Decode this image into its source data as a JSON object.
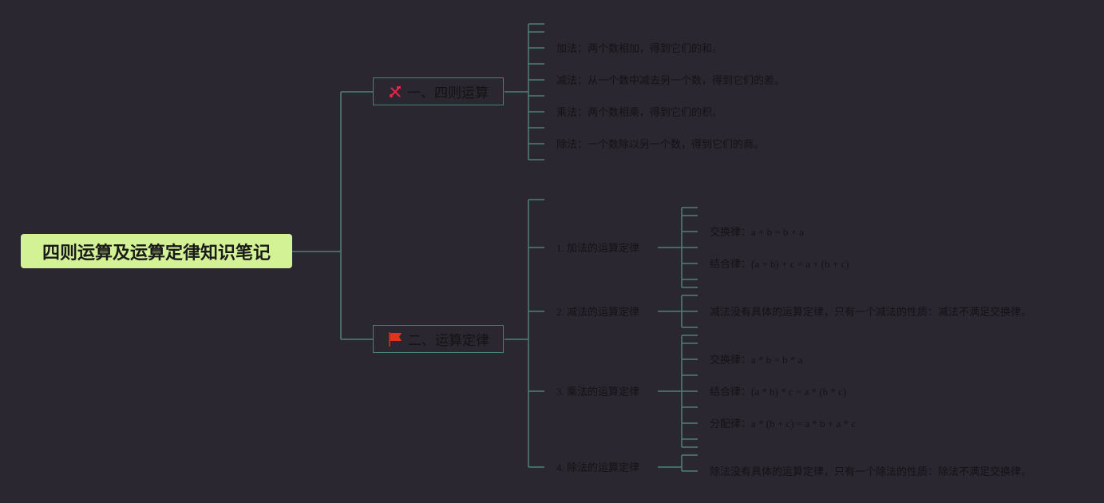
{
  "root": {
    "title": "四则运算及运算定律知识笔记"
  },
  "branch1": {
    "title": "一、四则运算",
    "icon": "tools-icon",
    "items": [
      "加法：两个数相加，得到它们的和。",
      "减法：从一个数中减去另一个数，得到它们的差。",
      "乘法：两个数相乘，得到它们的积。",
      "除法：一个数除以另一个数，得到它们的商。"
    ]
  },
  "branch2": {
    "title": "二、运算定律",
    "icon": "red-flag-icon",
    "sections": [
      {
        "title": "1. 加法的运算定律",
        "items": [
          "交换律：a + b = b + a",
          "结合律：(a + b) + c = a + (b + c)"
        ]
      },
      {
        "title": "2. 减法的运算定律",
        "items": [
          "减法没有具体的运算定律，只有一个减法的性质：减法不满足交换律。"
        ]
      },
      {
        "title": "3. 乘法的运算定律",
        "items": [
          "交换律：a * b = b * a",
          "结合律：(a * b) * c = a * (b * c)",
          "分配律：a * (b + c) = a * b + a * c"
        ]
      },
      {
        "title": "4. 除法的运算定律",
        "items": [
          "除法没有具体的运算定律，只有一个除法的性质：除法不满足交换律。"
        ]
      }
    ]
  },
  "colors": {
    "background": "#2b2730",
    "connector": "#4f7e79",
    "root_fill": "#d3f295",
    "tools_icon": "#e2264b",
    "flag_icon": "#e5321f"
  }
}
